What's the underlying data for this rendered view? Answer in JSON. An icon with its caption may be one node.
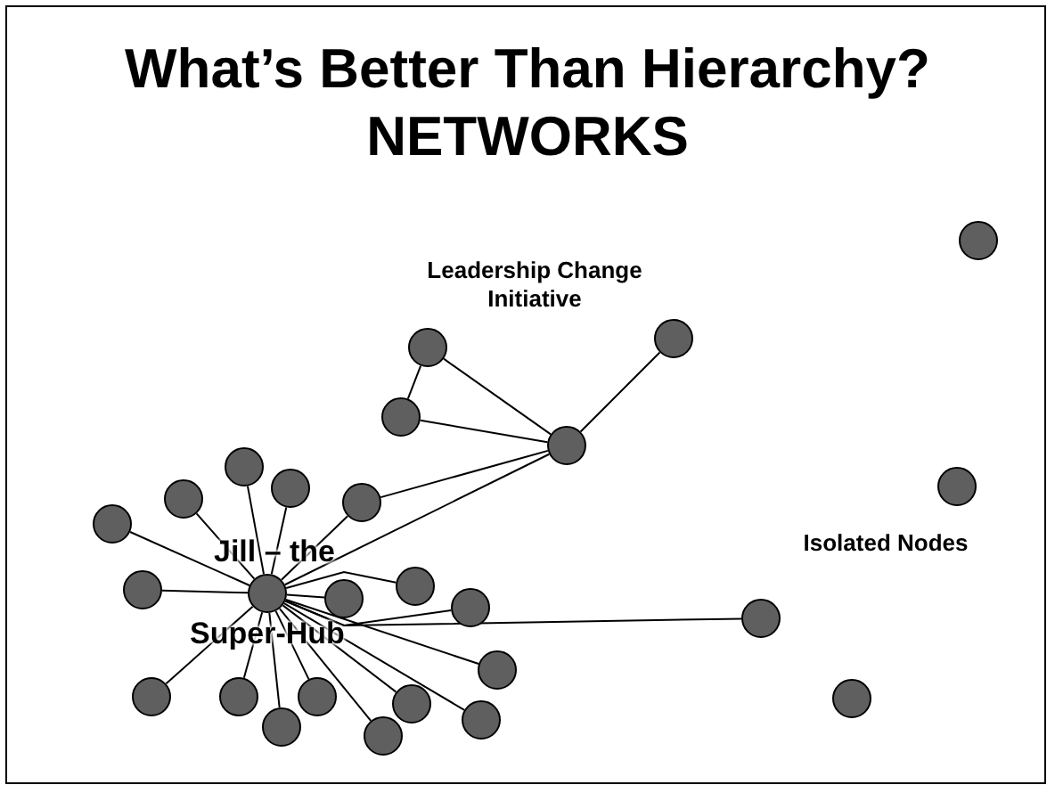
{
  "diagram": {
    "title": "What’s Better Than Hierarchy? NETWORKS",
    "nodes": [
      {
        "text": [],
        "shape": "circle"
      },
      {
        "text": [],
        "shape": "circle"
      },
      {
        "text": [],
        "shape": "circle"
      },
      {
        "text": [],
        "shape": "circle"
      },
      {
        "text": [],
        "shape": "circle"
      },
      {
        "text": [],
        "shape": "circle"
      },
      {
        "text": [],
        "shape": "circle"
      },
      {
        "text": [],
        "shape": "circle"
      },
      {
        "text": [],
        "shape": "circle"
      },
      {
        "text": [],
        "shape": "circle"
      },
      {
        "text": [],
        "shape": "circle"
      },
      {
        "text": [],
        "shape": "circle"
      },
      {
        "text": [],
        "shape": "circle"
      },
      {
        "text": [],
        "shape": "circle",
        "beside": [
          "Jill – the",
          "Super-Hub"
        ]
      },
      {
        "text": [],
        "shape": "circle"
      },
      {
        "text": [],
        "shape": "circle"
      },
      {
        "text": [],
        "shape": "circle"
      },
      {
        "text": [],
        "shape": "circle"
      },
      {
        "text": [],
        "shape": "circle"
      },
      {
        "text": [],
        "shape": "circle"
      },
      {
        "text": [],
        "shape": "circle"
      },
      {
        "text": [],
        "shape": "circle"
      },
      {
        "text": [],
        "shape": "circle"
      },
      {
        "text": [],
        "shape": "circle"
      },
      {
        "text": [],
        "shape": "circle"
      },
      {
        "text": [],
        "shape": "circle"
      }
    ],
    "edges": [
      {
        "from": 4,
        "to": 1,
        "arrow": "none"
      },
      {
        "from": 4,
        "to": 2,
        "arrow": "none"
      },
      {
        "from": 4,
        "to": 3,
        "arrow": "none"
      },
      {
        "from": 2,
        "to": 3,
        "arrow": "none"
      },
      {
        "from": 13,
        "to": 4,
        "arrow": "none"
      },
      {
        "from": 9,
        "to": 4,
        "arrow": "none"
      },
      {
        "from": 13,
        "to": 9,
        "arrow": "none"
      },
      {
        "from": 13,
        "to": 5,
        "arrow": "none"
      },
      {
        "from": 13,
        "to": 7,
        "arrow": "none"
      },
      {
        "from": 13,
        "to": 8,
        "arrow": "none"
      },
      {
        "from": 13,
        "to": 10,
        "arrow": "none"
      },
      {
        "from": 13,
        "to": 11,
        "arrow": "none"
      },
      {
        "from": 13,
        "to": 12,
        "arrow": "none"
      },
      {
        "from": 13,
        "to": 14,
        "arrow": "none"
      },
      {
        "from": 13,
        "to": 15,
        "arrow": "none"
      },
      {
        "from": 13,
        "to": 16,
        "arrow": "none"
      },
      {
        "from": 13,
        "to": 17,
        "arrow": "none"
      },
      {
        "from": 13,
        "to": 18,
        "arrow": "none"
      },
      {
        "from": 13,
        "to": 19,
        "arrow": "none"
      },
      {
        "from": 13,
        "to": 20,
        "arrow": "none"
      },
      {
        "from": 13,
        "to": 22,
        "arrow": "none"
      },
      {
        "from": 13,
        "to": 23,
        "arrow": "none"
      },
      {
        "from": 13,
        "to": 24,
        "arrow": "none"
      },
      {
        "from": 13,
        "to": 25,
        "arrow": "none"
      }
    ],
    "labels": [
      "Leadership Change Initiative",
      "Isolated Nodes"
    ]
  }
}
